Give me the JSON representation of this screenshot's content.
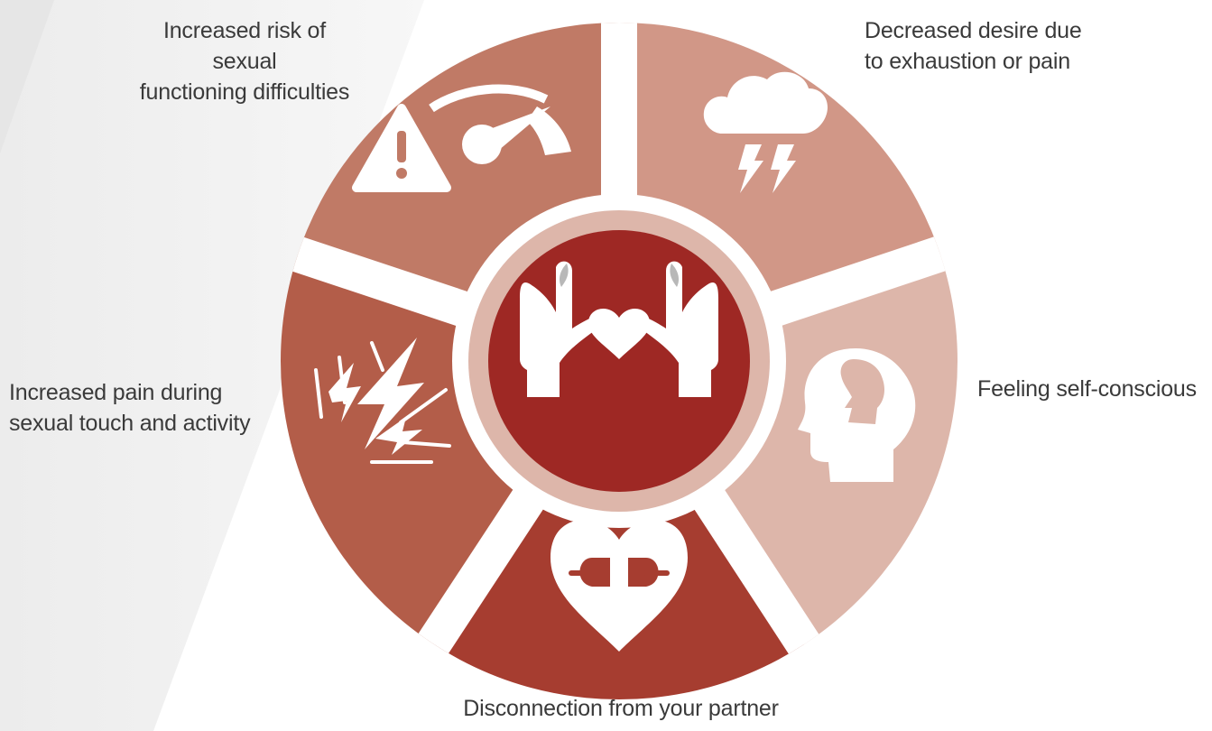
{
  "diagram": {
    "labels": {
      "top_left": {
        "line1": "Increased risk of sexual",
        "line2": "functioning difficulties"
      },
      "top_right": {
        "line1": "Decreased desire due",
        "line2": "to exhaustion or pain"
      },
      "right": {
        "line1": "Feeling self-conscious"
      },
      "bottom": {
        "line1": "Disconnection from your partner"
      },
      "left": {
        "line1": "Increased pain during",
        "line2": "sexual touch and activity"
      }
    },
    "segments": [
      {
        "id": "risk",
        "color": "#c07a66",
        "icon": "warning-gauge-icon"
      },
      {
        "id": "desire",
        "color": "#d19787",
        "icon": "storm-cloud-icon"
      },
      {
        "id": "self-conscious",
        "color": "#ddb6aa",
        "icon": "head-silhouette-icon"
      },
      {
        "id": "disconnection",
        "color": "#a63d30",
        "icon": "unplugged-heart-icon"
      },
      {
        "id": "pain",
        "color": "#b35d49",
        "icon": "lightning-pain-icon"
      }
    ],
    "center": {
      "ring_color": "#ddb6aa",
      "fill_color": "#9e2824",
      "icon": "hands-holding-heart-icon"
    }
  }
}
